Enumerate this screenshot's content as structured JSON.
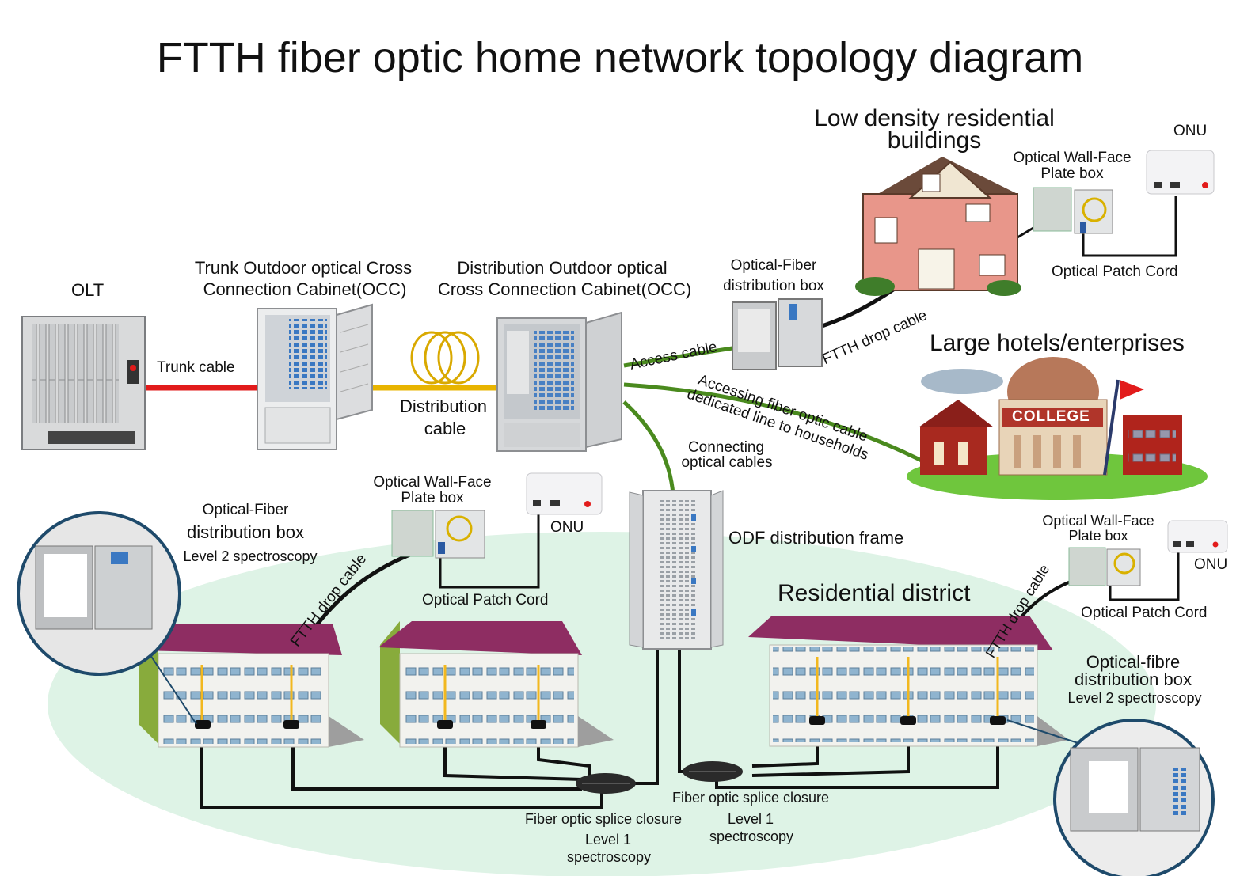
{
  "title": "FTTH fiber optic home network topology diagram",
  "nodes": {
    "olt": "OLT",
    "trunk_occ": [
      "Trunk Outdoor optical Cross",
      "Connection Cabinet(OCC)"
    ],
    "dist_occ": [
      "Distribution Outdoor optical",
      "Cross Connection Cabinet(OCC)"
    ],
    "fdb_top": [
      "Optical-Fiber",
      "distribution box"
    ],
    "low_density": [
      "Low density residential",
      "buildings"
    ],
    "onu_top": "ONU",
    "wall_top": [
      "Optical Wall-Face",
      "Plate box"
    ],
    "patch_top": "Optical Patch Cord",
    "large_hotels": "Large hotels/enterprises",
    "college_sign": "COLLEGE",
    "odf": "ODF distribution frame",
    "residential": "Residential district",
    "fdb_left": [
      "Optical-Fiber",
      "distribution box",
      "Level 2 spectroscopy"
    ],
    "wall_mid": [
      "Optical Wall-Face",
      "Plate box"
    ],
    "onu_mid": "ONU",
    "patch_mid": "Optical Patch Cord",
    "wall_right": [
      "Optical Wall-Face",
      "Plate box"
    ],
    "onu_right": "ONU",
    "patch_right": "Optical Patch Cord",
    "fdb_right": [
      "Optical-fibre",
      "distribution box",
      "Level 2 spectroscopy"
    ],
    "splice_left": [
      "Fiber optic splice closure",
      "Level 1",
      "spectroscopy"
    ],
    "splice_right": [
      "Fiber optic splice closure",
      "Level 1",
      "spectroscopy"
    ]
  },
  "cables": {
    "trunk": "Trunk cable",
    "distribution": [
      "Distribution",
      "cable"
    ],
    "access": "Access cable",
    "drop_top": "FTTH drop cable",
    "dedicated": [
      "Accessing fiber optic cable",
      "dedicated line to households"
    ],
    "connecting": [
      "Connecting",
      "optical cables"
    ],
    "drop_left": "FTTH drop cable",
    "drop_right": "FTTH drop cable"
  },
  "colors": {
    "trunk_cable": "#e21b1b",
    "distribution_cable": "#e8b400",
    "access_cable": "#4a8a1e",
    "drop_cable": "#111111",
    "district_ground": "#def3e6",
    "roof": "#8e2d62",
    "building_wall": "#f2f2ee",
    "side_wall": "#88ab3c",
    "magnifier_ring": "#1e4a6b"
  }
}
